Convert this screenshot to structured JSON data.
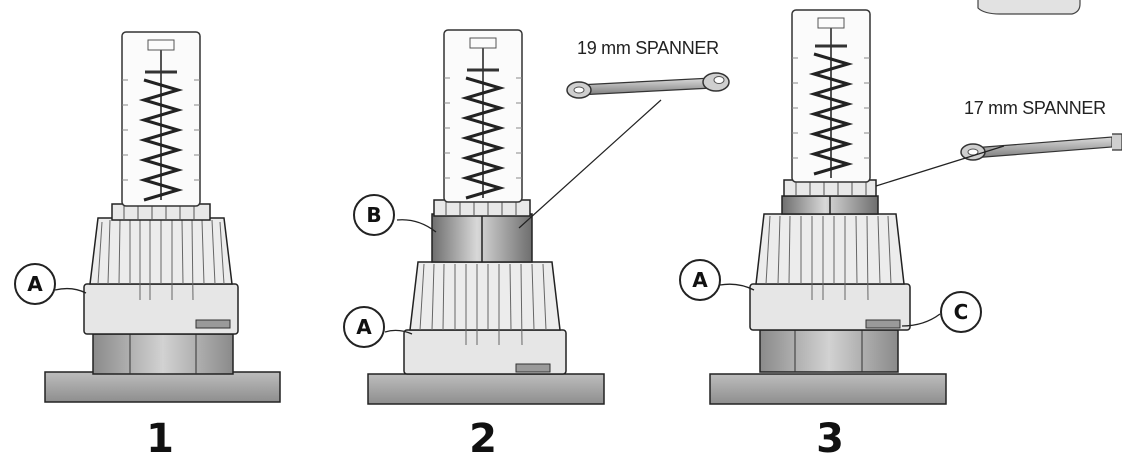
{
  "steps": [
    {
      "number": "1"
    },
    {
      "number": "2",
      "spanner_label": "19 mm SPANNER"
    },
    {
      "number": "3",
      "spanner_label": "17 mm SPANNER"
    }
  ],
  "callouts": {
    "A": "A",
    "B": "B",
    "C": "C"
  },
  "colors": {
    "line": "#222222",
    "light_gray": "#e4e4e4",
    "mid_gray": "#b9b9b9",
    "dark_gray": "#7a7a7a",
    "base_gray": "#9a9a9a"
  }
}
